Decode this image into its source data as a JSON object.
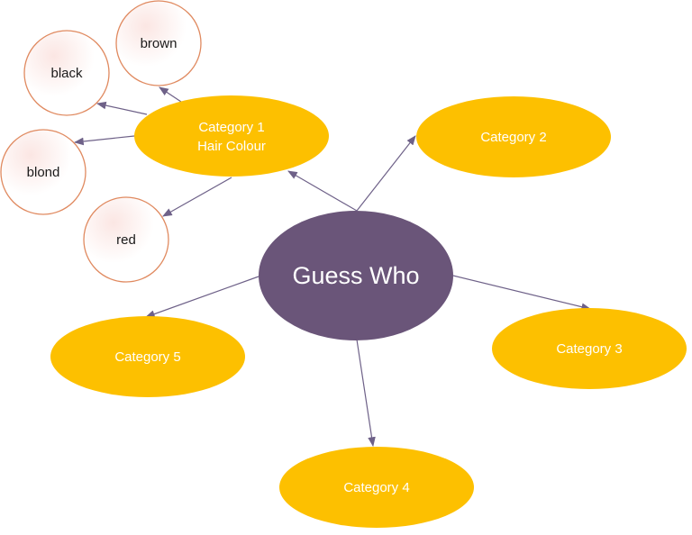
{
  "diagram": {
    "center": {
      "label": "Guess Who"
    },
    "categories": [
      {
        "line1": "Category 1",
        "line2": "Hair Colour"
      },
      {
        "line1": "Category 2"
      },
      {
        "line1": "Category 3"
      },
      {
        "line1": "Category 4"
      },
      {
        "line1": "Category 5"
      }
    ],
    "hair_colours": [
      {
        "label": "brown"
      },
      {
        "label": "black"
      },
      {
        "label": "blond"
      },
      {
        "label": "red"
      }
    ],
    "colors": {
      "category": "#fdc000",
      "center": "#6a5579",
      "leaf_border": "#e08a60",
      "edge": "#6e6188"
    }
  }
}
